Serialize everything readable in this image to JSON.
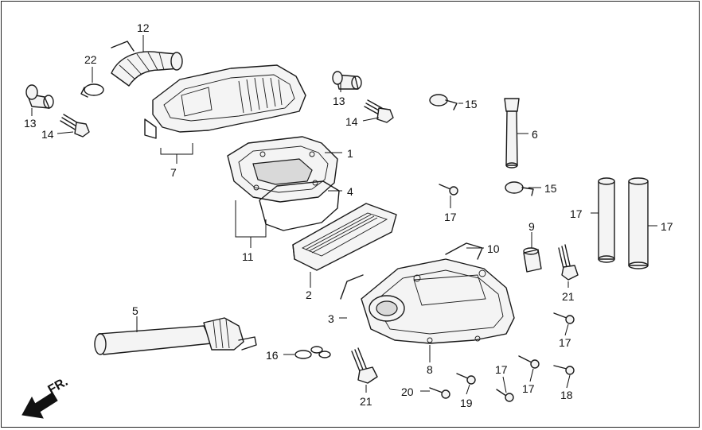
{
  "direction_label": "FR.",
  "callouts": [
    {
      "id": "c1",
      "text": "1"
    },
    {
      "id": "c2",
      "text": "2"
    },
    {
      "id": "c3",
      "text": "3"
    },
    {
      "id": "c4",
      "text": "4"
    },
    {
      "id": "c5",
      "text": "5"
    },
    {
      "id": "c6",
      "text": "6"
    },
    {
      "id": "c7",
      "text": "7"
    },
    {
      "id": "c8",
      "text": "8"
    },
    {
      "id": "c9",
      "text": "9"
    },
    {
      "id": "c10",
      "text": "10"
    },
    {
      "id": "c11",
      "text": "11"
    },
    {
      "id": "c12",
      "text": "12"
    },
    {
      "id": "c13a",
      "text": "13"
    },
    {
      "id": "c13b",
      "text": "13"
    },
    {
      "id": "c14a",
      "text": "14"
    },
    {
      "id": "c14b",
      "text": "14"
    },
    {
      "id": "c15a",
      "text": "15"
    },
    {
      "id": "c15b",
      "text": "15"
    },
    {
      "id": "c16",
      "text": "16"
    },
    {
      "id": "c17a",
      "text": "17"
    },
    {
      "id": "c17b",
      "text": "17"
    },
    {
      "id": "c17c",
      "text": "17"
    },
    {
      "id": "c17d",
      "text": "17"
    },
    {
      "id": "c17e",
      "text": "17"
    },
    {
      "id": "c17f",
      "text": "17"
    },
    {
      "id": "c18",
      "text": "18"
    },
    {
      "id": "c19",
      "text": "19"
    },
    {
      "id": "c20",
      "text": "20"
    },
    {
      "id": "c21a",
      "text": "21"
    },
    {
      "id": "c21b",
      "text": "21"
    },
    {
      "id": "c22",
      "text": "22"
    }
  ]
}
